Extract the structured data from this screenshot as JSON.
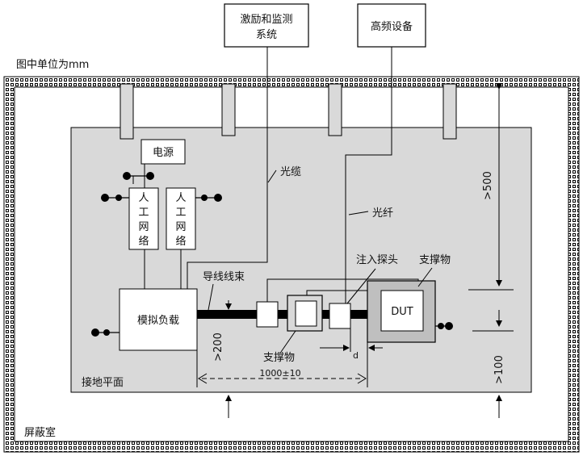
{
  "labels": {
    "unit_note": "图中单位为mm",
    "excitation_line1": "激励和监测",
    "excitation_line2": "系统",
    "hf_equipment": "高频设备",
    "power": "电源",
    "lisn_1": [
      "人",
      "工",
      "网",
      "络"
    ],
    "lisn_2": [
      "人",
      "工",
      "网",
      "络"
    ],
    "fiber_cable": "光缆",
    "optical_fiber": "光纤",
    "harness": "导线线束",
    "sim_load": "模拟负载",
    "injection_probe": "注入探头",
    "support_top": "支撑物",
    "support_bottom": "支撑物",
    "dut": "DUT",
    "ground_plane": "接地平面",
    "shield_room": "屏蔽室",
    "dim_500": ">500",
    "dim_200": ">200",
    "dim_100": ">100",
    "dim_1000": "1000±10",
    "dim_d": "d"
  },
  "colors": {
    "ground_plane_fill": "#d9d9d9",
    "box_fill": "#ffffff",
    "dut_outer": "#bfbfbf",
    "line": "#000000"
  }
}
